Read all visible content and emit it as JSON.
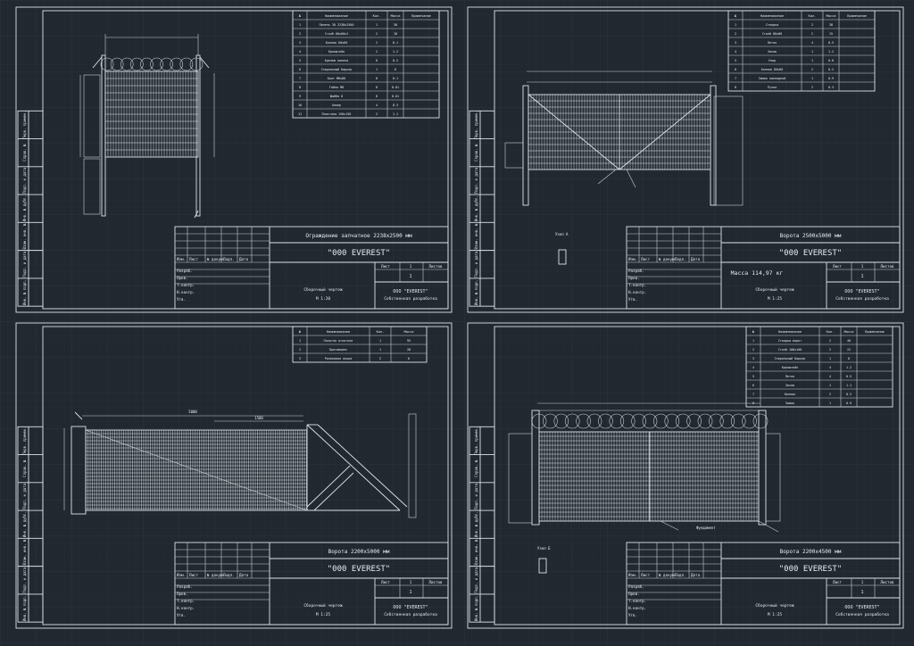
{
  "sheets": [
    {
      "id": "sheet-1",
      "product_title": "Ограждение запчатное 2238x2500 мм",
      "company": "\"000 EVEREST\"",
      "sheet_label": "Лист",
      "sheet_number": "1",
      "total_sheets_label": "Листов",
      "total_sheets": "1",
      "material": "Сборочный чертеж",
      "scale": "М 1:20",
      "footer_company": "ООО \"EVEREST\"",
      "footer_doc": "Собственная разработка",
      "weight": "",
      "spec_header": [
        "№",
        "Наименование",
        "Кол.",
        "Масса",
        "Примечание"
      ],
      "spec_rows": [
        [
          "1",
          "Панель 3D 2238x2500",
          "1",
          "30",
          ""
        ],
        [
          "2",
          "Столб 60x60x2",
          "2",
          "18",
          ""
        ],
        [
          "3",
          "Колпак 60x60",
          "2",
          "0.1",
          ""
        ],
        [
          "4",
          "Кронштейн",
          "2",
          "1.2",
          ""
        ],
        [
          "5",
          "Крепеж панели",
          "8",
          "0.2",
          ""
        ],
        [
          "6",
          "Спиральный барьер",
          "1",
          "6",
          ""
        ],
        [
          "7",
          "Болт М8x80",
          "8",
          "0.1",
          ""
        ],
        [
          "8",
          "Гайка М8",
          "8",
          "0.01",
          ""
        ],
        [
          "9",
          "Шайба 8",
          "8",
          "0.01",
          ""
        ],
        [
          "10",
          "Анкер",
          "4",
          "0.3",
          ""
        ],
        [
          "11",
          "Пластина 150x150",
          "2",
          "1.1",
          ""
        ]
      ]
    },
    {
      "id": "sheet-2",
      "product_title": "Ворота 2500x5000 мм",
      "company": "\"000 EVEREST\"",
      "sheet_label": "Лист",
      "sheet_number": "1",
      "total_sheets_label": "Листов",
      "total_sheets": "1",
      "material": "Сборочный чертеж",
      "scale": "М 1:25",
      "footer_company": "ООО \"EVEREST\"",
      "footer_doc": "Собственная разработка",
      "weight": "Масса 114,97 кг",
      "spec_header": [
        "№",
        "Наименование",
        "Кол.",
        "Масса",
        "Примечание"
      ],
      "spec_rows": [
        [
          "1",
          "Створка",
          "2",
          "38",
          ""
        ],
        [
          "2",
          "Столб 80x80",
          "2",
          "15",
          ""
        ],
        [
          "3",
          "Петля",
          "4",
          "0.5",
          ""
        ],
        [
          "4",
          "Засов",
          "1",
          "1.2",
          ""
        ],
        [
          "5",
          "Упор",
          "1",
          "0.8",
          ""
        ],
        [
          "6",
          "Колпак 80x80",
          "2",
          "0.2",
          ""
        ],
        [
          "7",
          "Замок накладной",
          "1",
          "0.9",
          ""
        ],
        [
          "8",
          "Ручка",
          "2",
          "0.3",
          ""
        ]
      ]
    },
    {
      "id": "sheet-3",
      "product_title": "Ворота 2200x5000 мм",
      "company": "\"000 EVEREST\"",
      "sheet_label": "Лист",
      "sheet_number": "1",
      "total_sheets_label": "Листов",
      "total_sheets": "1",
      "material": "Сборочный чертеж",
      "scale": "М 1:25",
      "footer_company": "ООО \"EVEREST\"",
      "footer_doc": "Собственная разработка",
      "weight": "",
      "spec_header": [
        "№",
        "Наименование",
        "Кол.",
        "Масса"
      ],
      "spec_rows": [
        [
          "1",
          "Полотно откатное",
          "1",
          "95"
        ],
        [
          "2",
          "Противовес",
          "1",
          "28"
        ],
        [
          "3",
          "Роликовая опора",
          "2",
          "6"
        ]
      ]
    },
    {
      "id": "sheet-4",
      "product_title": "Ворота 2200x4500 мм",
      "company": "\"000 EVEREST\"",
      "sheet_label": "Лист",
      "sheet_number": "1",
      "total_sheets_label": "Листов",
      "total_sheets": "1",
      "material": "Сборочный чертеж",
      "scale": "М 1:25",
      "footer_company": "ООО \"EVEREST\"",
      "footer_doc": "Собственная разработка",
      "weight": "",
      "spec_header": [
        "№",
        "Наименование",
        "Кол.",
        "Масса",
        "Примечание"
      ],
      "spec_rows": [
        [
          "1",
          "Створка ворот",
          "2",
          "40",
          ""
        ],
        [
          "2",
          "Столб 100x100",
          "2",
          "22",
          ""
        ],
        [
          "3",
          "Спиральный барьер",
          "1",
          "8",
          ""
        ],
        [
          "4",
          "Кронштейн",
          "4",
          "1.2",
          ""
        ],
        [
          "5",
          "Петля",
          "4",
          "0.5",
          ""
        ],
        [
          "6",
          "Засов",
          "1",
          "1.1",
          ""
        ],
        [
          "7",
          "Колпак",
          "2",
          "0.2",
          ""
        ],
        [
          "8",
          "Замок",
          "1",
          "0.9",
          ""
        ]
      ]
    }
  ],
  "left_strip_labels": [
    "Перв. примен.",
    "Справ. №",
    "Подп. и дата",
    "Инв. № дубл.",
    "Взам. инв. №",
    "Подп. и дата",
    "Инв. № подл."
  ],
  "title_block_rows": [
    "Изм.",
    "Лист",
    "№ докум.",
    "Подп.",
    "Дата"
  ],
  "title_block_people": [
    "Разраб.",
    "Пров.",
    "Т.контр.",
    "Н.контр.",
    "Утв."
  ]
}
